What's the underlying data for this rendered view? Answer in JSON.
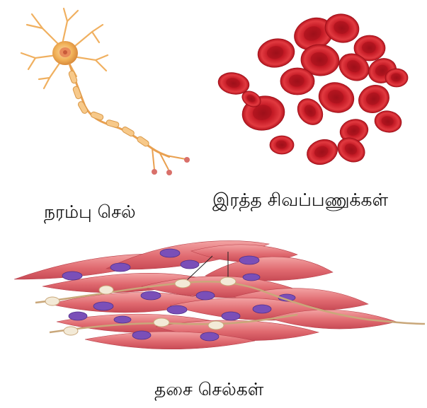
{
  "labels": {
    "neuron": "நரம்பு செல்",
    "red_blood_cells": "இரத்த சிவப்பணுக்கள்",
    "muscle_cells": "தசை செல்கள்"
  },
  "colors": {
    "neuron_body": "#f2b35a",
    "neuron_nucleus": "#e98a5a",
    "myelin": "#f7c98a",
    "rbc": "#d9232d",
    "rbc_center": "#a8121c",
    "muscle_cell": "#e9787a",
    "muscle_nucleus": "#7a4fb8",
    "nerve_fiber": "#c9a77a"
  }
}
